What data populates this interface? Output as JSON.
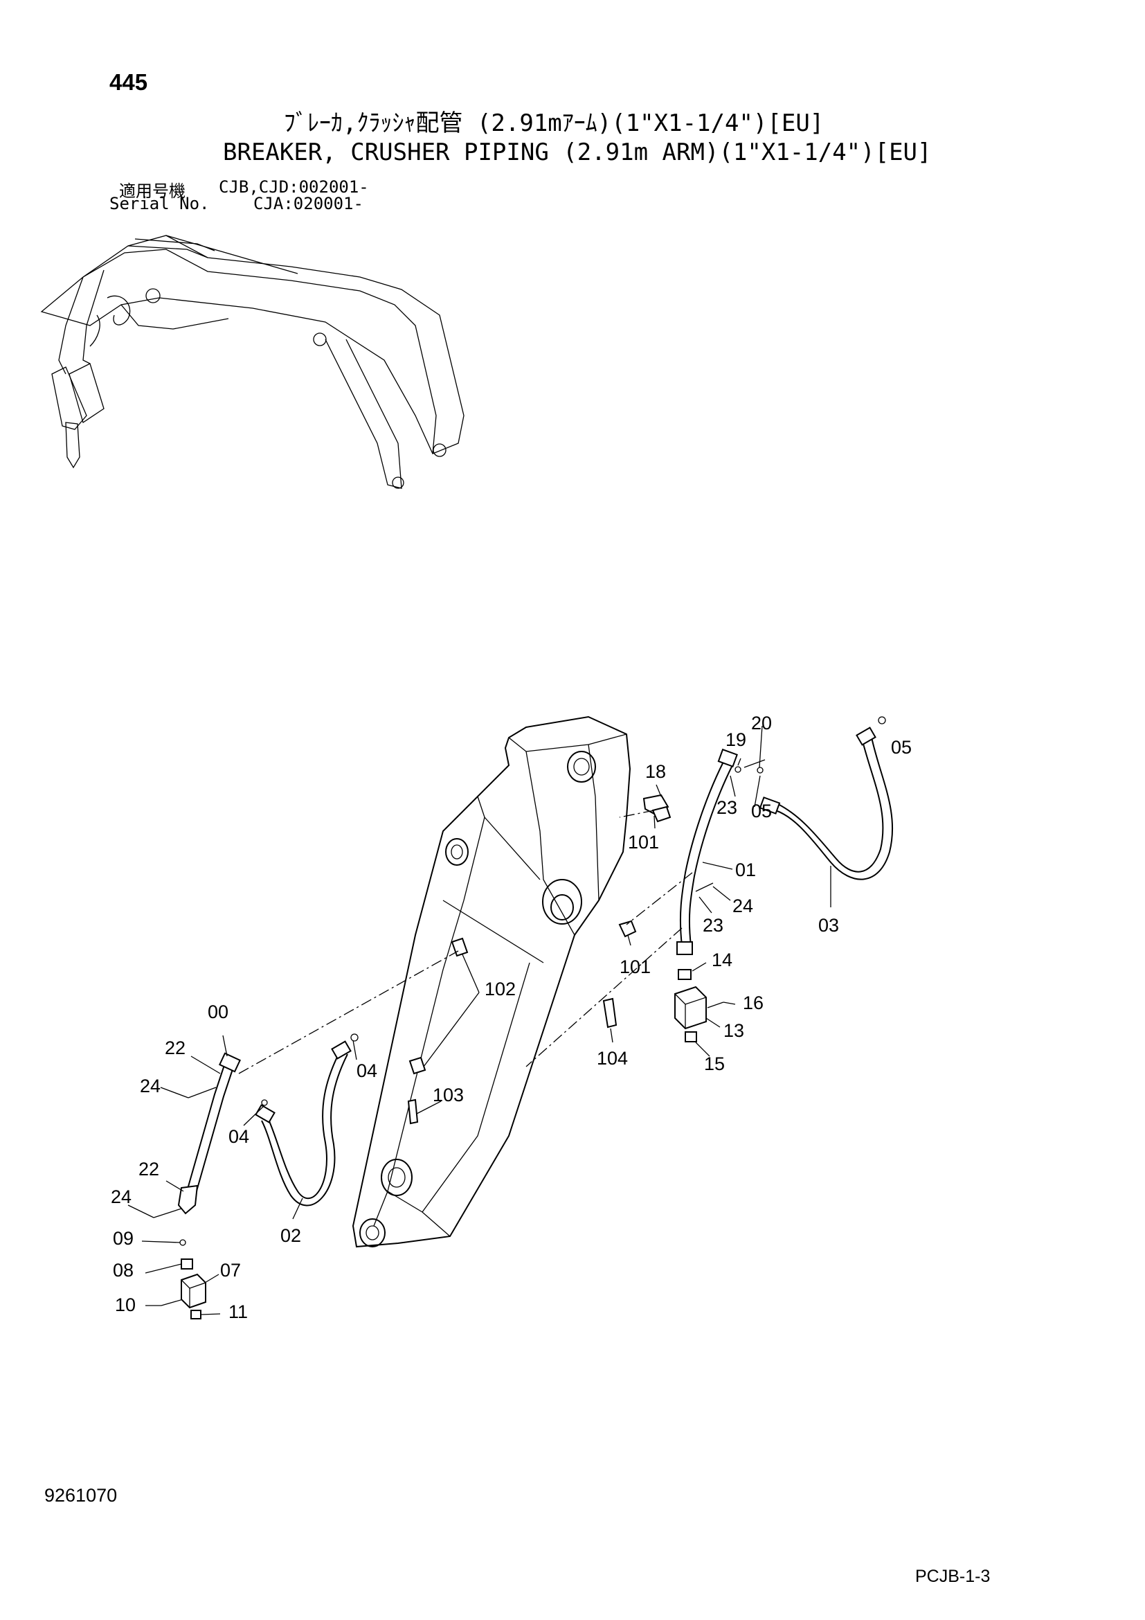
{
  "header": {
    "page_number": "445",
    "title_jp": "ﾌﾞﾚｰｶ,ｸﾗｯｼｬ配管 (2.91mｱｰﾑ)(1\"X1-1/4\")[EU]",
    "title_en": "BREAKER, CRUSHER PIPING (2.91m ARM)(1\"X1-1/4\")[EU]",
    "serial_label_jp": "適用号機",
    "serial_value_1": "CJB,CJD:002001-",
    "serial_label_en": "Serial No.",
    "serial_value_2": "CJA:020001-"
  },
  "callouts": {
    "c00": "00",
    "c01": "01",
    "c02": "02",
    "c03": "03",
    "c04a": "04",
    "c04b": "04",
    "c05a": "05",
    "c05b": "05",
    "c07": "07",
    "c08": "08",
    "c09": "09",
    "c10": "10",
    "c11": "11",
    "c13": "13",
    "c14": "14",
    "c15": "15",
    "c16": "16",
    "c18": "18",
    "c19": "19",
    "c20": "20",
    "c22a": "22",
    "c22b": "22",
    "c23a": "23",
    "c23b": "23",
    "c24a": "24",
    "c24b": "24",
    "c24c": "24",
    "c101a": "101",
    "c101b": "101",
    "c102": "102",
    "c103": "103",
    "c104": "104"
  },
  "footer": {
    "drawing_code": "9261070",
    "sheet_code": "PCJB-1-3"
  }
}
